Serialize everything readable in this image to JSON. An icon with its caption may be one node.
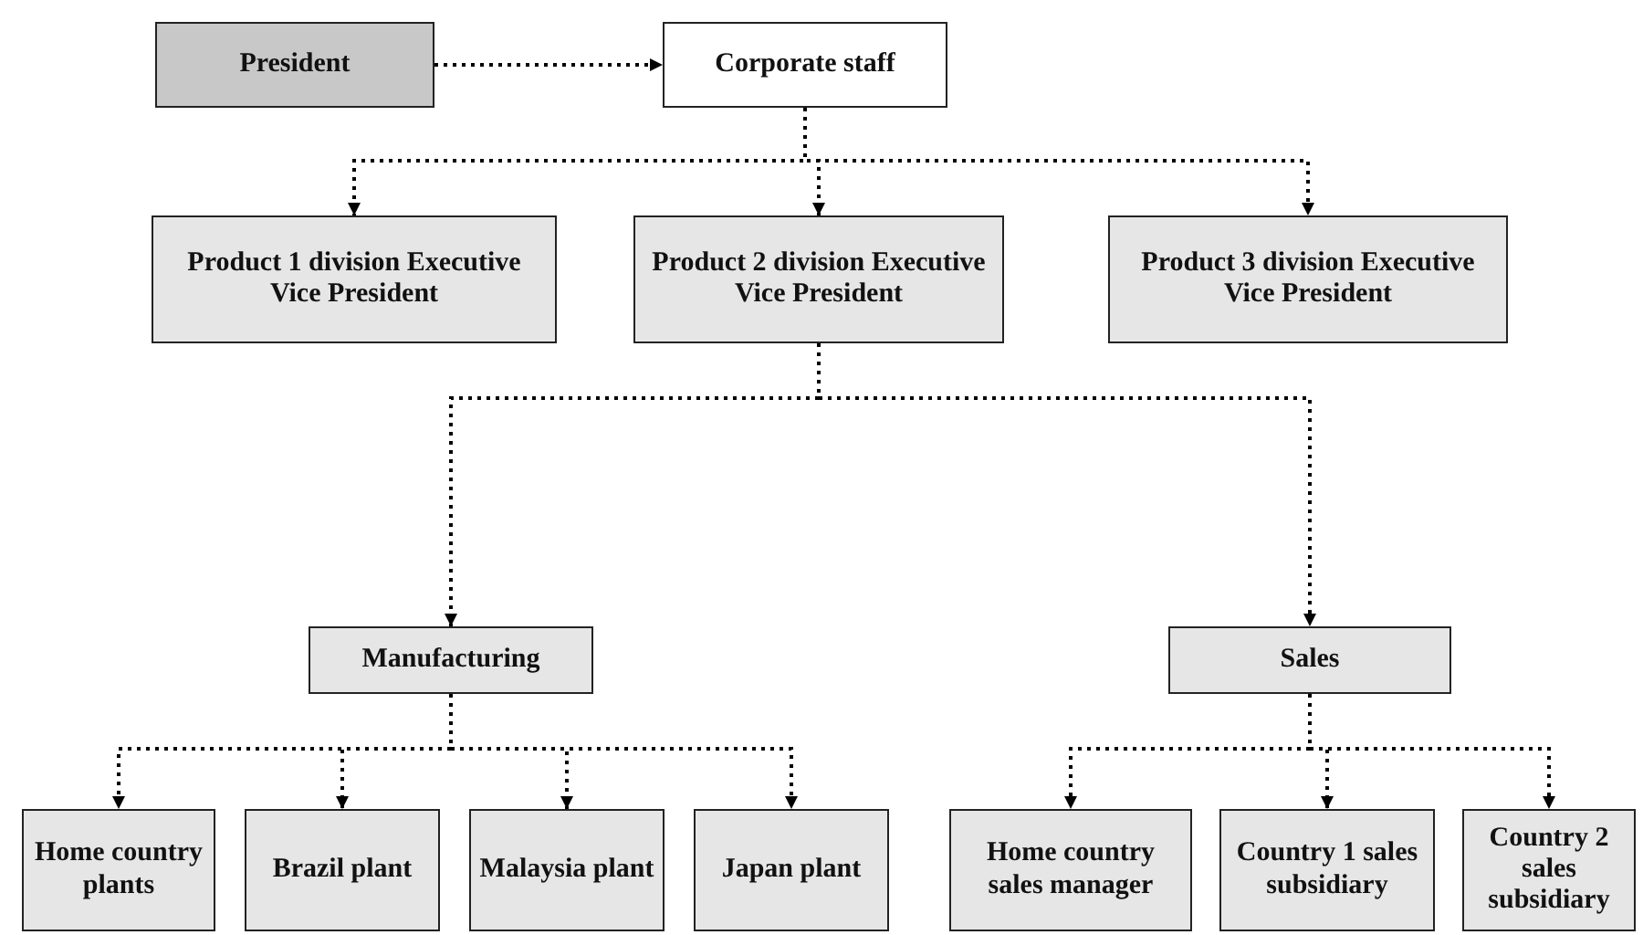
{
  "diagram": {
    "nodes": [
      {
        "text": [
          "President"
        ]
      },
      {
        "text": [
          "Corporate staff"
        ]
      },
      {
        "text": [
          "Product 1 division Executive Vice President"
        ]
      },
      {
        "text": [
          "Product 2 division Executive Vice President"
        ]
      },
      {
        "text": [
          "Product 3 division Executive Vice President"
        ]
      },
      {
        "text": [
          "Manufacturing"
        ]
      },
      {
        "text": [
          "Sales"
        ]
      },
      {
        "text": [
          "Home country plants"
        ]
      },
      {
        "text": [
          "Brazil plant"
        ]
      },
      {
        "text": [
          "Malaysia plant"
        ]
      },
      {
        "text": [
          "Japan plant"
        ]
      },
      {
        "text": [
          "Home country sales manager"
        ]
      },
      {
        "text": [
          "Country 1 sales subsidiary"
        ]
      },
      {
        "text": [
          "Country 2 sales subsidiary"
        ]
      }
    ],
    "edges": [
      {
        "from": 0,
        "to": 1,
        "arrow": "to"
      },
      {
        "from": 1,
        "to": 2,
        "arrow": "to"
      },
      {
        "from": 1,
        "to": 3,
        "arrow": "to"
      },
      {
        "from": 1,
        "to": 4,
        "arrow": "to"
      },
      {
        "from": 3,
        "to": 5,
        "arrow": "to"
      },
      {
        "from": 3,
        "to": 6,
        "arrow": "to"
      },
      {
        "from": 5,
        "to": 7,
        "arrow": "to"
      },
      {
        "from": 5,
        "to": 8,
        "arrow": "to"
      },
      {
        "from": 5,
        "to": 9,
        "arrow": "to"
      },
      {
        "from": 5,
        "to": 10,
        "arrow": "to"
      },
      {
        "from": 6,
        "to": 11,
        "arrow": "to"
      },
      {
        "from": 6,
        "to": 12,
        "arrow": "to"
      },
      {
        "from": 6,
        "to": 13,
        "arrow": "to"
      }
    ]
  }
}
